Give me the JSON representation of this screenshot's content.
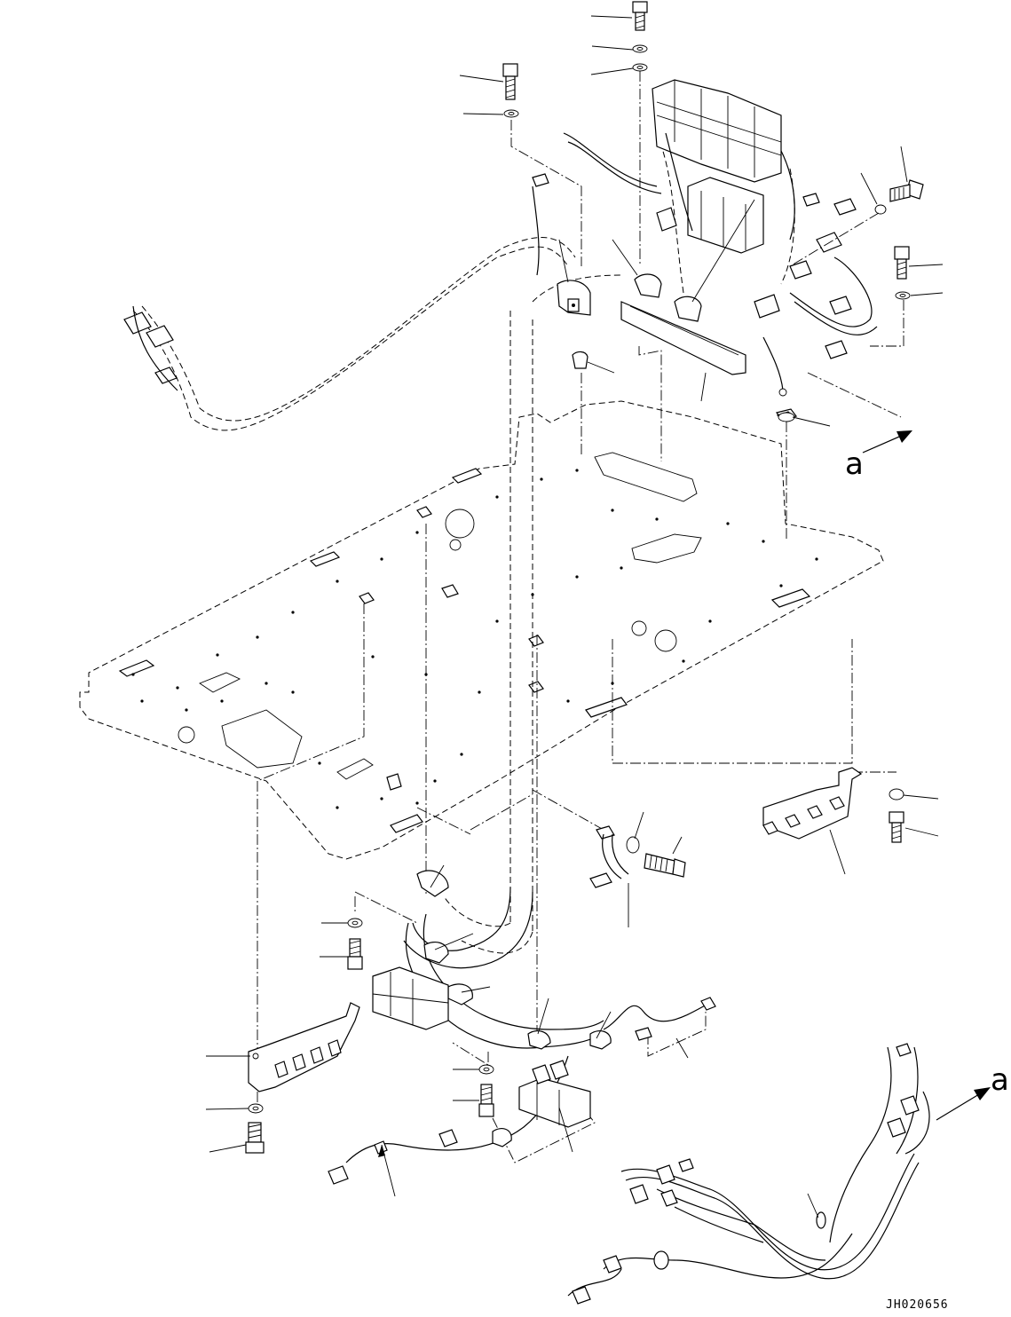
{
  "diagram": {
    "view_label_main": "a",
    "view_label_detail": "a",
    "drawing_code": "JH020656"
  }
}
